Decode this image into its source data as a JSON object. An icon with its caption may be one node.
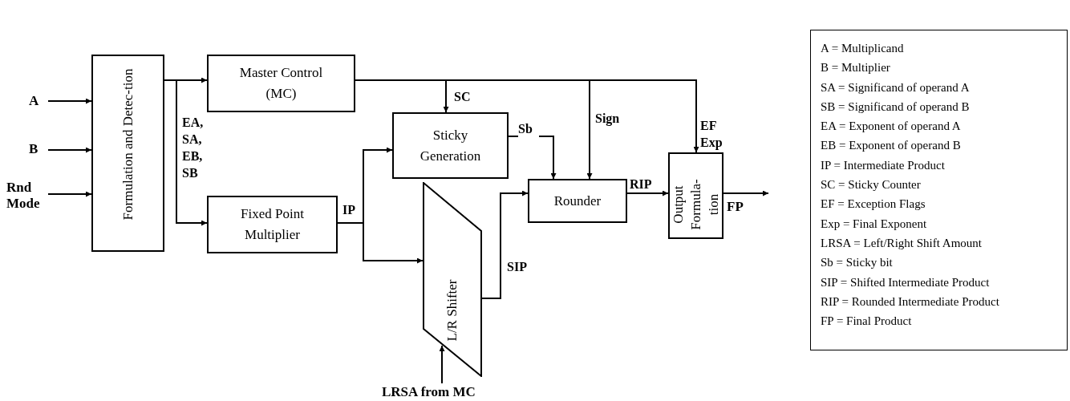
{
  "diagram": {
    "nodes": [
      {
        "text": [
          "A"
        ]
      },
      {
        "text": [
          "B"
        ]
      },
      {
        "text": [
          "Rnd Mode"
        ]
      },
      {
        "text": [
          "Formulation and Detec-tion"
        ]
      },
      {
        "text": [
          "Master Control (MC)"
        ]
      },
      {
        "text": [
          "Fixed Point Multiplier"
        ]
      },
      {
        "text": [
          "Sticky Generation"
        ]
      },
      {
        "text": [
          "L/R Shifter"
        ]
      },
      {
        "text": [
          "Rounder"
        ]
      },
      {
        "text": [
          "Output Formula-tion"
        ]
      },
      {
        "text": [
          "FP"
        ]
      },
      {
        "text": [
          "LRSA from MC"
        ]
      },
      {
        "text": [
          "A = Multiplicand",
          "B = Multiplier",
          "SA = Significand of operand A",
          "SB = Significand of operand B",
          "EA = Exponent of operand A",
          "EB = Exponent of operand B",
          "IP = Intermediate Product",
          "SC = Sticky Counter",
          "EF = Exception Flags",
          "Exp = Final Exponent",
          "LRSA = Left/Right Shift Amount",
          "Sb = Sticky bit",
          "SIP = Shifted Intermediate Product",
          "RIP = Rounded Intermediate Product",
          "FP = Final Product"
        ]
      }
    ],
    "edges": [
      {
        "from": 0,
        "to": 3,
        "arrow": "to"
      },
      {
        "from": 1,
        "to": 3,
        "arrow": "to"
      },
      {
        "from": 2,
        "to": 3,
        "arrow": "to"
      },
      {
        "from": 3,
        "to": 4,
        "arrow": "to"
      },
      {
        "from": 3,
        "to": 5,
        "arrow": "to",
        "label": "EA, SA, EB, SB"
      },
      {
        "from": 4,
        "to": 6,
        "arrow": "to",
        "label": "SC"
      },
      {
        "from": 4,
        "to": 8,
        "arrow": "to",
        "label": "Sign"
      },
      {
        "from": 4,
        "to": 9,
        "arrow": "to",
        "label": "EF Exp"
      },
      {
        "from": 5,
        "to": 6,
        "arrow": "to",
        "label": "IP"
      },
      {
        "from": 5,
        "to": 7,
        "arrow": "to"
      },
      {
        "from": 6,
        "to": 8,
        "arrow": "to",
        "label": "Sb"
      },
      {
        "from": 7,
        "to": 8,
        "arrow": "to",
        "label": "SIP"
      },
      {
        "from": 8,
        "to": 9,
        "arrow": "to",
        "label": "RIP"
      },
      {
        "from": 9,
        "to": 10,
        "arrow": "to"
      },
      {
        "from": 11,
        "to": 7,
        "arrow": "to"
      }
    ]
  }
}
